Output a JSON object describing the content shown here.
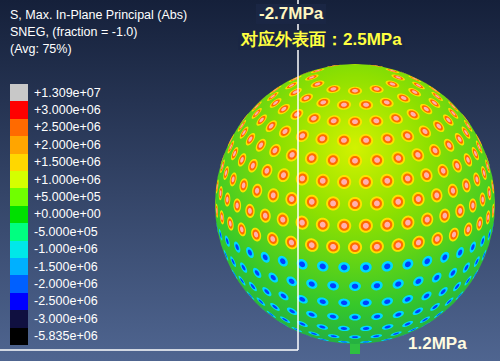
{
  "diagram": {
    "labels": [
      "S, Max. In-Plane Principal (Abs)",
      "SNEG, (fraction = -1.0)",
      "(Avg: 75%)",
      "-2.7MPa",
      "对应外表面：2.5MPa",
      "1.2MPa"
    ],
    "legend": [
      {
        "text": "+1.309e+07",
        "color": "#c8c8c8"
      },
      {
        "text": "+3.000e+06",
        "color": "#ff0000"
      },
      {
        "text": "+2.500e+06",
        "color": "#ff6a00"
      },
      {
        "text": "+2.000e+06",
        "color": "#ffa500"
      },
      {
        "text": "+1.500e+06",
        "color": "#ffd700"
      },
      {
        "text": "+1.000e+06",
        "color": "#d4ff00"
      },
      {
        "text": "+5.000e+05",
        "color": "#70ff00"
      },
      {
        "text": "+0.000e+00",
        "color": "#00e000"
      },
      {
        "text": "-5.000e+05",
        "color": "#00ff80"
      },
      {
        "text": "-1.000e+06",
        "color": "#00e8e8"
      },
      {
        "text": "-1.500e+06",
        "color": "#00b0ff"
      },
      {
        "text": "-2.000e+06",
        "color": "#0060ff"
      },
      {
        "text": "-2.500e+06",
        "color": "#0000ff"
      },
      {
        "text": "-3.000e+06",
        "color": "#101040"
      },
      {
        "text": "-5.835e+06",
        "color": "#000000"
      }
    ]
  }
}
